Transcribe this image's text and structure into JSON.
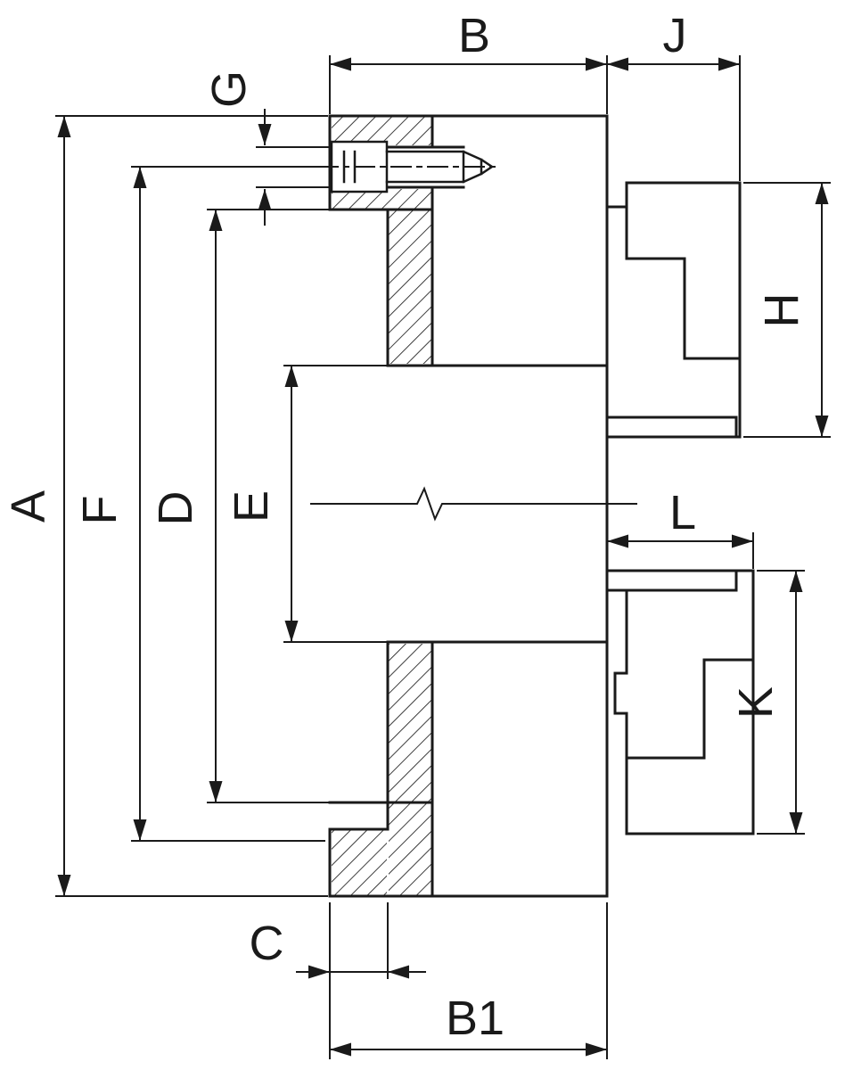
{
  "labels": {
    "A": "A",
    "B": "B",
    "B1": "B1",
    "C": "C",
    "D": "D",
    "E": "E",
    "F": "F",
    "G": "G",
    "H": "H",
    "J": "J",
    "K": "K",
    "L": "L"
  },
  "colors": {
    "line": "#1a1a1a",
    "background": "#ffffff"
  }
}
